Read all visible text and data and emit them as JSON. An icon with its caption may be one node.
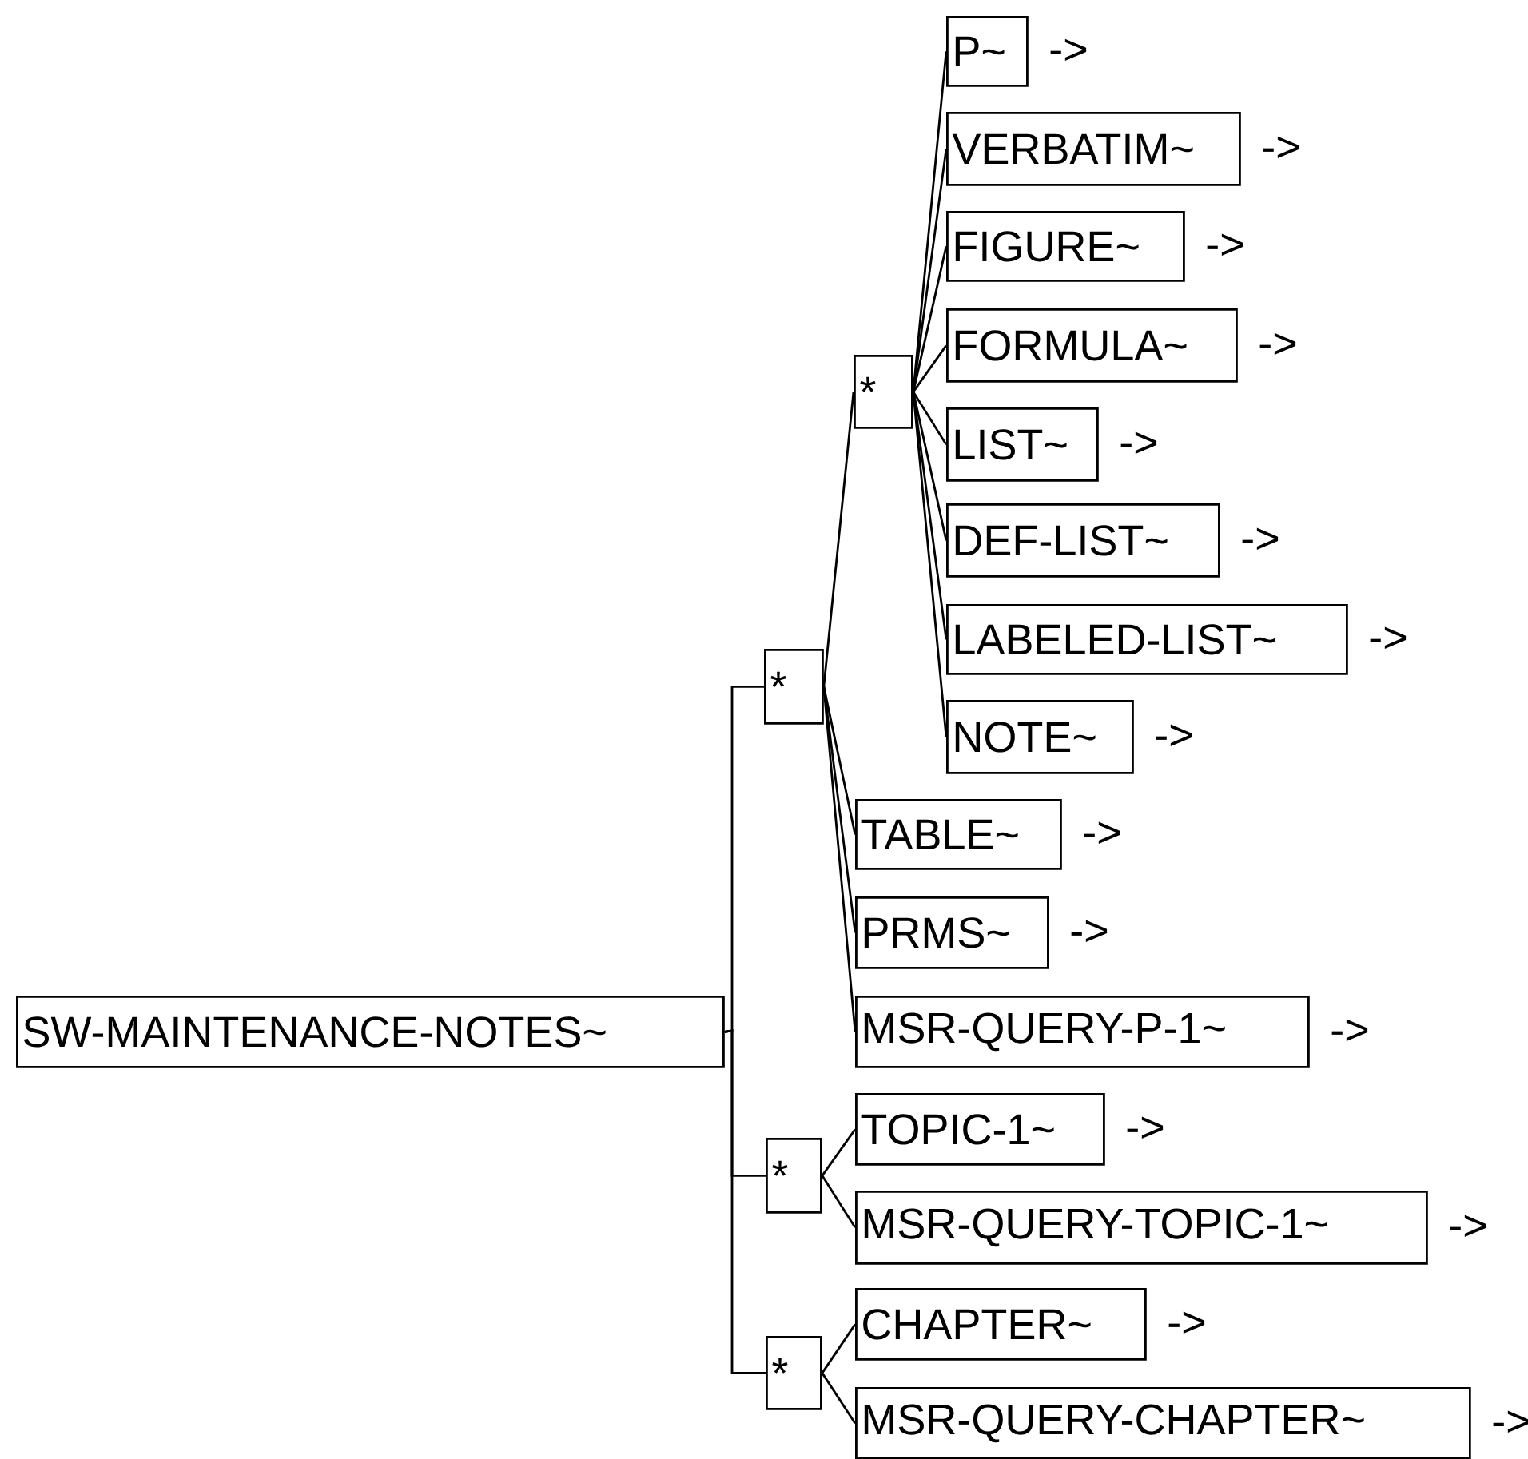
{
  "diagram": {
    "nodes": [
      {
        "text": [
          "SW-MAINTENANCE-NOTES~"
        ]
      },
      {
        "text": [
          "*"
        ]
      },
      {
        "text": [
          "*"
        ]
      },
      {
        "text": [
          "P~"
        ],
        "beside": [
          "->"
        ]
      },
      {
        "text": [
          "VERBATIM~"
        ],
        "beside": [
          "->"
        ]
      },
      {
        "text": [
          "FIGURE~"
        ],
        "beside": [
          "->"
        ]
      },
      {
        "text": [
          "FORMULA~"
        ],
        "beside": [
          "->"
        ]
      },
      {
        "text": [
          "LIST~"
        ],
        "beside": [
          "->"
        ]
      },
      {
        "text": [
          "DEF-LIST~"
        ],
        "beside": [
          "->"
        ]
      },
      {
        "text": [
          "LABELED-LIST~"
        ],
        "beside": [
          "->"
        ]
      },
      {
        "text": [
          "NOTE~"
        ],
        "beside": [
          "->"
        ]
      },
      {
        "text": [
          "TABLE~"
        ],
        "beside": [
          "->"
        ]
      },
      {
        "text": [
          "PRMS~"
        ],
        "beside": [
          "->"
        ]
      },
      {
        "text": [
          "MSR-QUERY-P-1~"
        ],
        "beside": [
          "->"
        ]
      },
      {
        "text": [
          "*"
        ]
      },
      {
        "text": [
          "TOPIC-1~"
        ],
        "beside": [
          "->"
        ]
      },
      {
        "text": [
          "MSR-QUERY-TOPIC-1~"
        ],
        "beside": [
          "->"
        ]
      },
      {
        "text": [
          "*"
        ]
      },
      {
        "text": [
          "CHAPTER~"
        ],
        "beside": [
          "->"
        ]
      },
      {
        "text": [
          "MSR-QUERY-CHAPTER~"
        ],
        "beside": [
          "->"
        ]
      }
    ],
    "edges": [
      {
        "from": 0,
        "to": 1,
        "arrow": "none"
      },
      {
        "from": 0,
        "to": 14,
        "arrow": "none"
      },
      {
        "from": 0,
        "to": 17,
        "arrow": "none"
      },
      {
        "from": 1,
        "to": 2,
        "arrow": "none"
      },
      {
        "from": 2,
        "to": 3,
        "arrow": "none"
      },
      {
        "from": 2,
        "to": 4,
        "arrow": "none"
      },
      {
        "from": 2,
        "to": 5,
        "arrow": "none"
      },
      {
        "from": 2,
        "to": 6,
        "arrow": "none"
      },
      {
        "from": 2,
        "to": 7,
        "arrow": "none"
      },
      {
        "from": 2,
        "to": 8,
        "arrow": "none"
      },
      {
        "from": 2,
        "to": 9,
        "arrow": "none"
      },
      {
        "from": 2,
        "to": 10,
        "arrow": "none"
      },
      {
        "from": 1,
        "to": 11,
        "arrow": "none"
      },
      {
        "from": 1,
        "to": 12,
        "arrow": "none"
      },
      {
        "from": 1,
        "to": 13,
        "arrow": "none"
      },
      {
        "from": 14,
        "to": 15,
        "arrow": "none"
      },
      {
        "from": 14,
        "to": 16,
        "arrow": "none"
      },
      {
        "from": 17,
        "to": 18,
        "arrow": "none"
      },
      {
        "from": 17,
        "to": 19,
        "arrow": "none"
      }
    ]
  }
}
